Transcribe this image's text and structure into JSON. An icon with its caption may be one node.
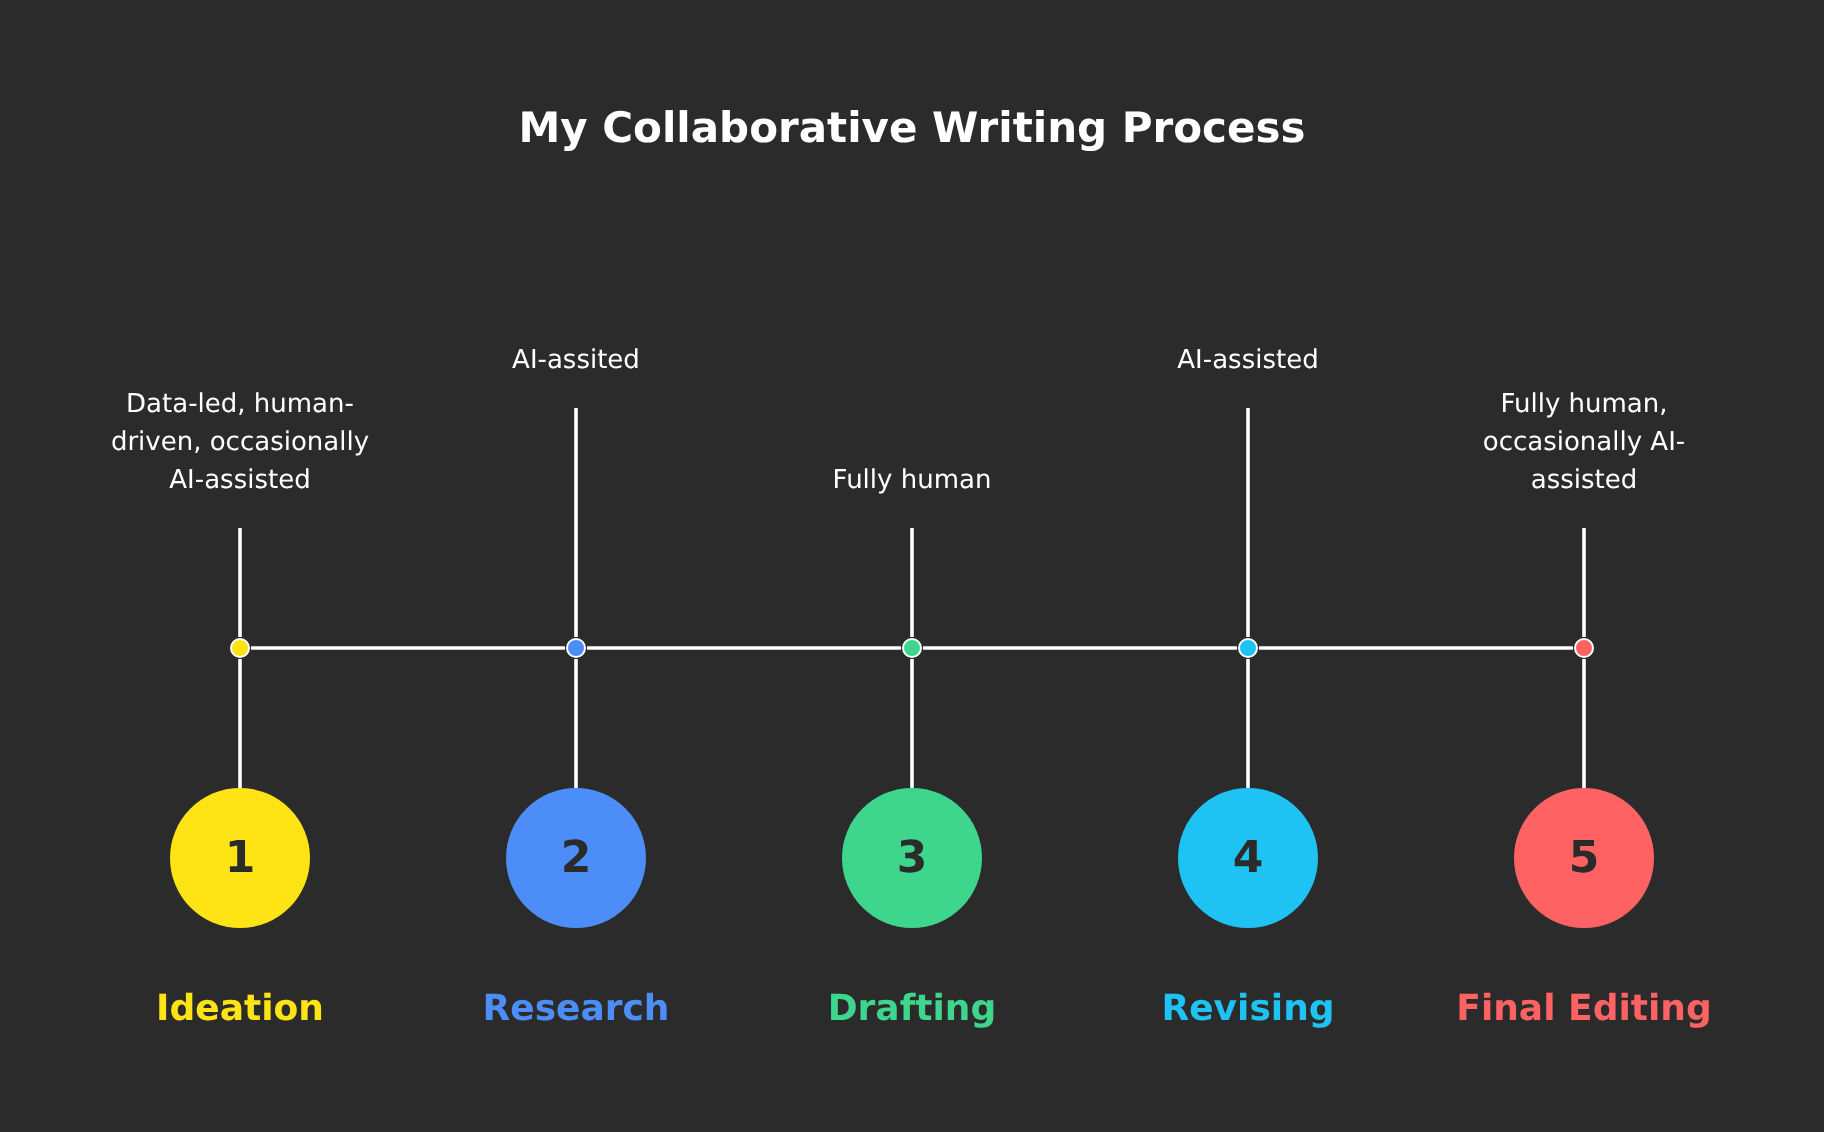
{
  "diagram": {
    "title": "My Collaborative Writing Process",
    "nodes": [
      {
        "text": [
          "Data-led, human-driven, occasionally AI-assisted"
        ]
      },
      {
        "text": [
          "AI-assited"
        ]
      },
      {
        "text": [
          "Fully human"
        ]
      },
      {
        "text": [
          "AI-assisted"
        ]
      },
      {
        "text": [
          "Fully human, occasionally AI-assisted"
        ]
      },
      {
        "text": [],
        "shape": "circle"
      },
      {
        "text": [],
        "shape": "circle"
      },
      {
        "text": [],
        "shape": "circle"
      },
      {
        "text": [],
        "shape": "circle"
      },
      {
        "text": [],
        "shape": "circle"
      },
      {
        "text": [
          "1"
        ],
        "beside": [
          "Ideation"
        ]
      },
      {
        "text": [
          "2"
        ],
        "beside": [
          "Research"
        ]
      },
      {
        "text": [
          "3"
        ],
        "beside": [
          "Drafting"
        ]
      },
      {
        "text": [
          "4"
        ],
        "beside": [
          "Revising"
        ]
      },
      {
        "text": [
          "5"
        ],
        "beside": [
          "Final Editing"
        ]
      }
    ],
    "edges": [
      {
        "from": 0,
        "to": 5,
        "arrow": "none"
      },
      {
        "from": 1,
        "to": 6,
        "arrow": "none"
      },
      {
        "from": 2,
        "to": 7,
        "arrow": "none"
      },
      {
        "from": 3,
        "to": 8,
        "arrow": "none"
      },
      {
        "from": 4,
        "to": 9,
        "arrow": "none"
      },
      {
        "from": 5,
        "to": 10,
        "arrow": "none"
      },
      {
        "from": 6,
        "to": 11,
        "arrow": "none"
      },
      {
        "from": 7,
        "to": 12,
        "arrow": "none"
      },
      {
        "from": 8,
        "to": 13,
        "arrow": "none"
      },
      {
        "from": 9,
        "to": 14,
        "arrow": "none"
      },
      {
        "from": 5,
        "to": 6,
        "arrow": "none"
      },
      {
        "from": 6,
        "to": 7,
        "arrow": "none"
      },
      {
        "from": 7,
        "to": 8,
        "arrow": "none"
      },
      {
        "from": 8,
        "to": 9,
        "arrow": "none"
      }
    ]
  }
}
